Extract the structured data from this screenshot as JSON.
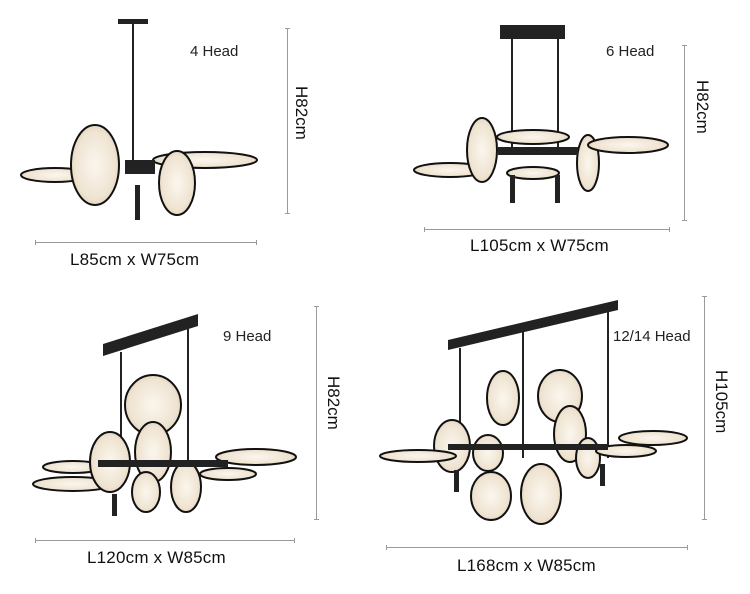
{
  "products": [
    {
      "head": "4 Head",
      "width": "L85cm x W75cm",
      "height": "H82cm"
    },
    {
      "head": "6 Head",
      "width": "L105cm x W75cm",
      "height": "H82cm"
    },
    {
      "head": "9 Head",
      "width": "L120cm x W85cm",
      "height": "H82cm"
    },
    {
      "head": "12/14 Head",
      "width": "L168cm x W85cm",
      "height": "H105cm"
    }
  ]
}
